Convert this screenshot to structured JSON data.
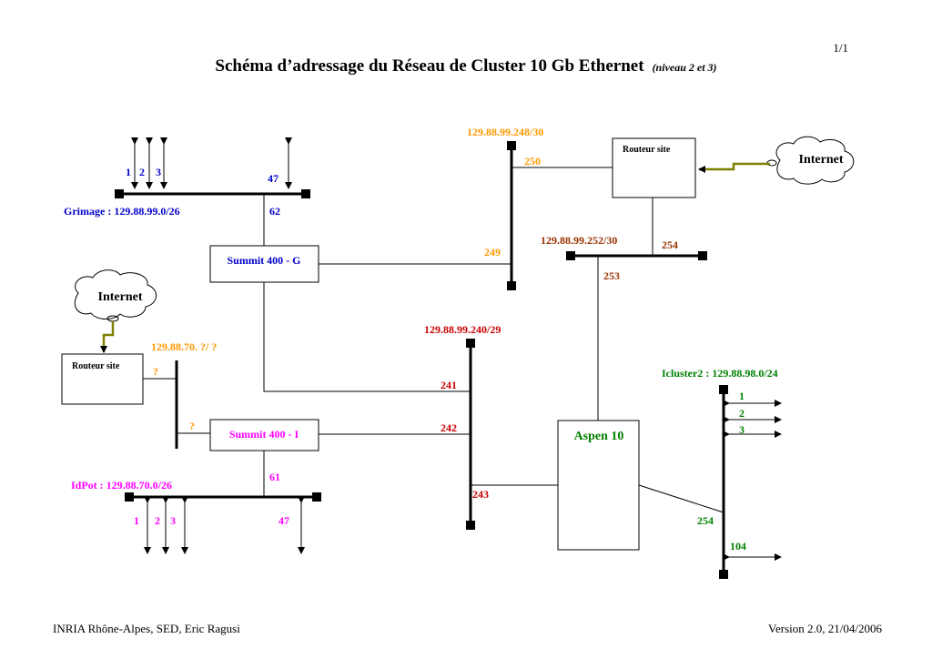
{
  "page_number": "1/1",
  "title": {
    "main": "Schéma d’adressage du Réseau de Cluster 10 Gb Ethernet",
    "sub": "(niveau 2 et 3)"
  },
  "footer": {
    "left": "INRIA Rhône-Alpes, SED, Eric Ragusi",
    "right": "Version 2.0, 21/04/2006"
  },
  "colors": {
    "blue": "#0000cc",
    "orange": "#ff9900",
    "red": "#cc0000",
    "brown": "#993300",
    "magenta": "#ff00ff",
    "green": "#008000",
    "olive": "#808000"
  },
  "grimage": {
    "label": "Grimage : 129.88.99.0/26",
    "port1": "1",
    "port2": "2",
    "port3": "3",
    "port47": "47",
    "uplink": "62"
  },
  "summit_g": {
    "label": "Summit 400 - G"
  },
  "net_248": {
    "label": "129.88.99.248/30",
    "a": "250",
    "b": "249"
  },
  "routeur_top": {
    "label": "Routeur site"
  },
  "internet_top": {
    "label": "Internet"
  },
  "net_252": {
    "label": "129.88.99.252/30",
    "a": "254",
    "b": "253"
  },
  "internet_left": {
    "label": "Internet"
  },
  "routeur_left": {
    "label": "Routeur site"
  },
  "net_70": {
    "label": "129.88.70. ?/ ?",
    "q1": "?",
    "q2": "?"
  },
  "summit_i": {
    "label": "Summit 400 - I"
  },
  "idpot": {
    "label": "IdPot : 129.88.70.0/26",
    "uplink": "61",
    "port1": "1",
    "port2": "2",
    "port3": "3",
    "port47": "47"
  },
  "net_240": {
    "label": "129.88.99.240/29",
    "a": "241",
    "b": "242",
    "c": "243"
  },
  "aspen": {
    "label": "Aspen 10"
  },
  "icluster2": {
    "label": "Icluster2 : 129.88.98.0/24",
    "port1": "1",
    "port2": "2",
    "port3": "3",
    "uplink": "254",
    "port104": "104"
  }
}
